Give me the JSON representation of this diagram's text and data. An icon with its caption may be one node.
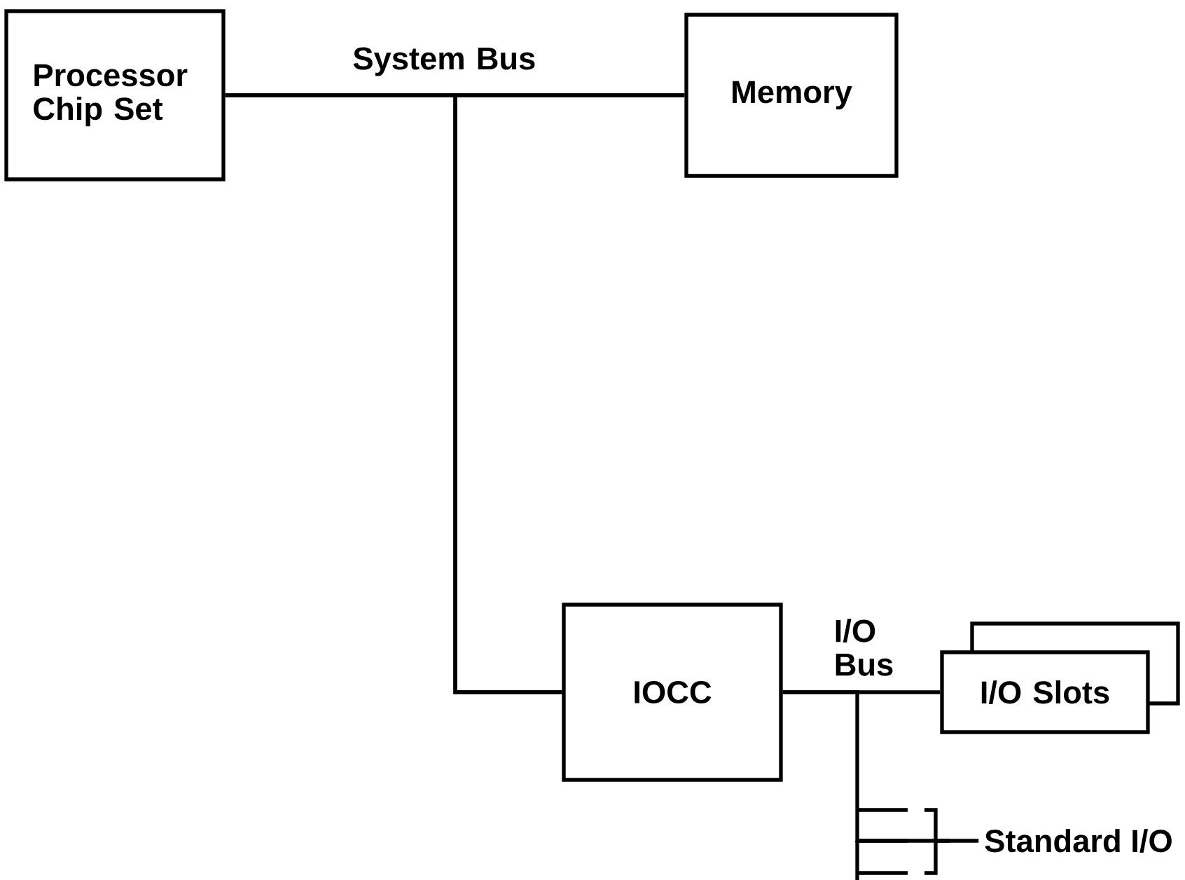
{
  "diagram": {
    "nodes": [
      {
        "text": [
          "Processor Chip Set"
        ]
      },
      {
        "text": [
          "Memory"
        ]
      },
      {
        "text": [
          "IOCC"
        ]
      },
      {
        "text": [
          "I/O Slots"
        ]
      },
      {
        "text": [
          "Standard I/O"
        ]
      }
    ],
    "edges": [
      {
        "from": 0,
        "to": 1,
        "arrow": "none",
        "label": "System Bus"
      },
      {
        "from": 0,
        "to": 2,
        "arrow": "none"
      },
      {
        "from": 1,
        "to": 2,
        "arrow": "none"
      },
      {
        "from": 2,
        "to": 3,
        "arrow": "none",
        "label": "I/O Bus"
      },
      {
        "from": 2,
        "to": 4,
        "arrow": "none"
      }
    ]
  }
}
